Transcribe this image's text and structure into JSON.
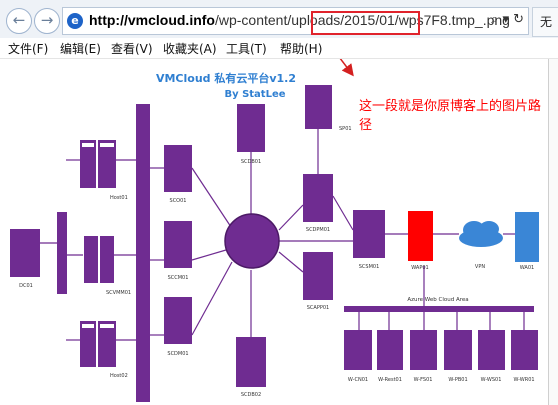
{
  "browser": {
    "url_host": "http://vmcloud.info",
    "url_path": "/wp-content/uploads/2015/01/",
    "url_tail": "wps7F8.tmp_.png",
    "addr_icons": "⌕ ▾ ↻",
    "tab_label": "无"
  },
  "menu": [
    "文件(F)",
    "编辑(E)",
    "查看(V)",
    "收藏夹(A)",
    "工具(T)",
    "帮助(H)"
  ],
  "annotation": "这一段就是你原博客上的图片路径",
  "diagram": {
    "title": "VMCloud 私有云平台v1.2",
    "subtitle": "By StatLee",
    "labels": {
      "host01": "Host01",
      "host02": "Host02",
      "scvmm01": "SCVMM01",
      "dc01": "DC01",
      "sco01": "SCO01",
      "sccm01": "SCCM01",
      "scdm01": "SCDM01",
      "scdb01": "SCDB01",
      "scdb02": "SCDB02",
      "sp01": "SP01",
      "scdpm01": "SCDPM01",
      "scapp01": "SCAPP01",
      "scsm01": "SCSM01",
      "wap01_red": "WAP01",
      "vpn": "VPN",
      "wa01": "WA01",
      "azure_area": "Azure Web Cloud Area",
      "wcn01": "W-CN01",
      "wrest01": "W-Rest01",
      "wfs01": "W-FS01",
      "wpb01": "W-PB01",
      "wws01": "W-WS01",
      "wwr01": "W-WR01"
    },
    "colors": {
      "purple": "#6f2c91",
      "red": "#ff0000",
      "blue": "#3a86d6",
      "title_blue": "#2f7fd1",
      "annot_red": "#ff0000"
    }
  }
}
